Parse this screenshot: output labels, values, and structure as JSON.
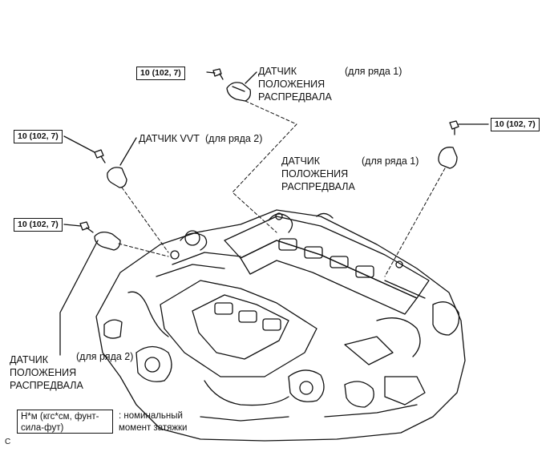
{
  "torque_labels": {
    "cam_sensor_bank1_top": "10 (102, 7)",
    "vvt_sensor_bank2": "10 (102, 7)",
    "cam_sensor_bank2": "10 (102, 7)",
    "cam_sensor_bank1_right": "10 (102, 7)"
  },
  "parts": {
    "cam_sensor_top": {
      "name_line1": "ДАТЧИК",
      "name_line2": "ПОЛОЖЕНИЯ",
      "name_line3": "РАСПРЕДВАЛА",
      "bank": "(для ряда 1)"
    },
    "vvt_sensor": {
      "name": "ДАТЧИК VVT",
      "bank": "(для ряда 2)"
    },
    "cam_sensor_right": {
      "name_line1": "ДАТЧИК",
      "name_line2": "ПОЛОЖЕНИЯ",
      "name_line3": "РАСПРЕДВАЛА",
      "bank": "(для ряда 1)"
    },
    "cam_sensor_left": {
      "name_line1": "ДАТЧИК",
      "name_line2": "ПОЛОЖЕНИЯ",
      "name_line3": "РАСПРЕДВАЛА",
      "bank": "(для ряда 2)"
    }
  },
  "legend": {
    "unit_line1": "Н*м (кгс*см, фунт-",
    "unit_line2": "сила-фут)",
    "desc_line1": ": номинальный",
    "desc_line2": "момент затяжки"
  },
  "corner_mark": "C"
}
